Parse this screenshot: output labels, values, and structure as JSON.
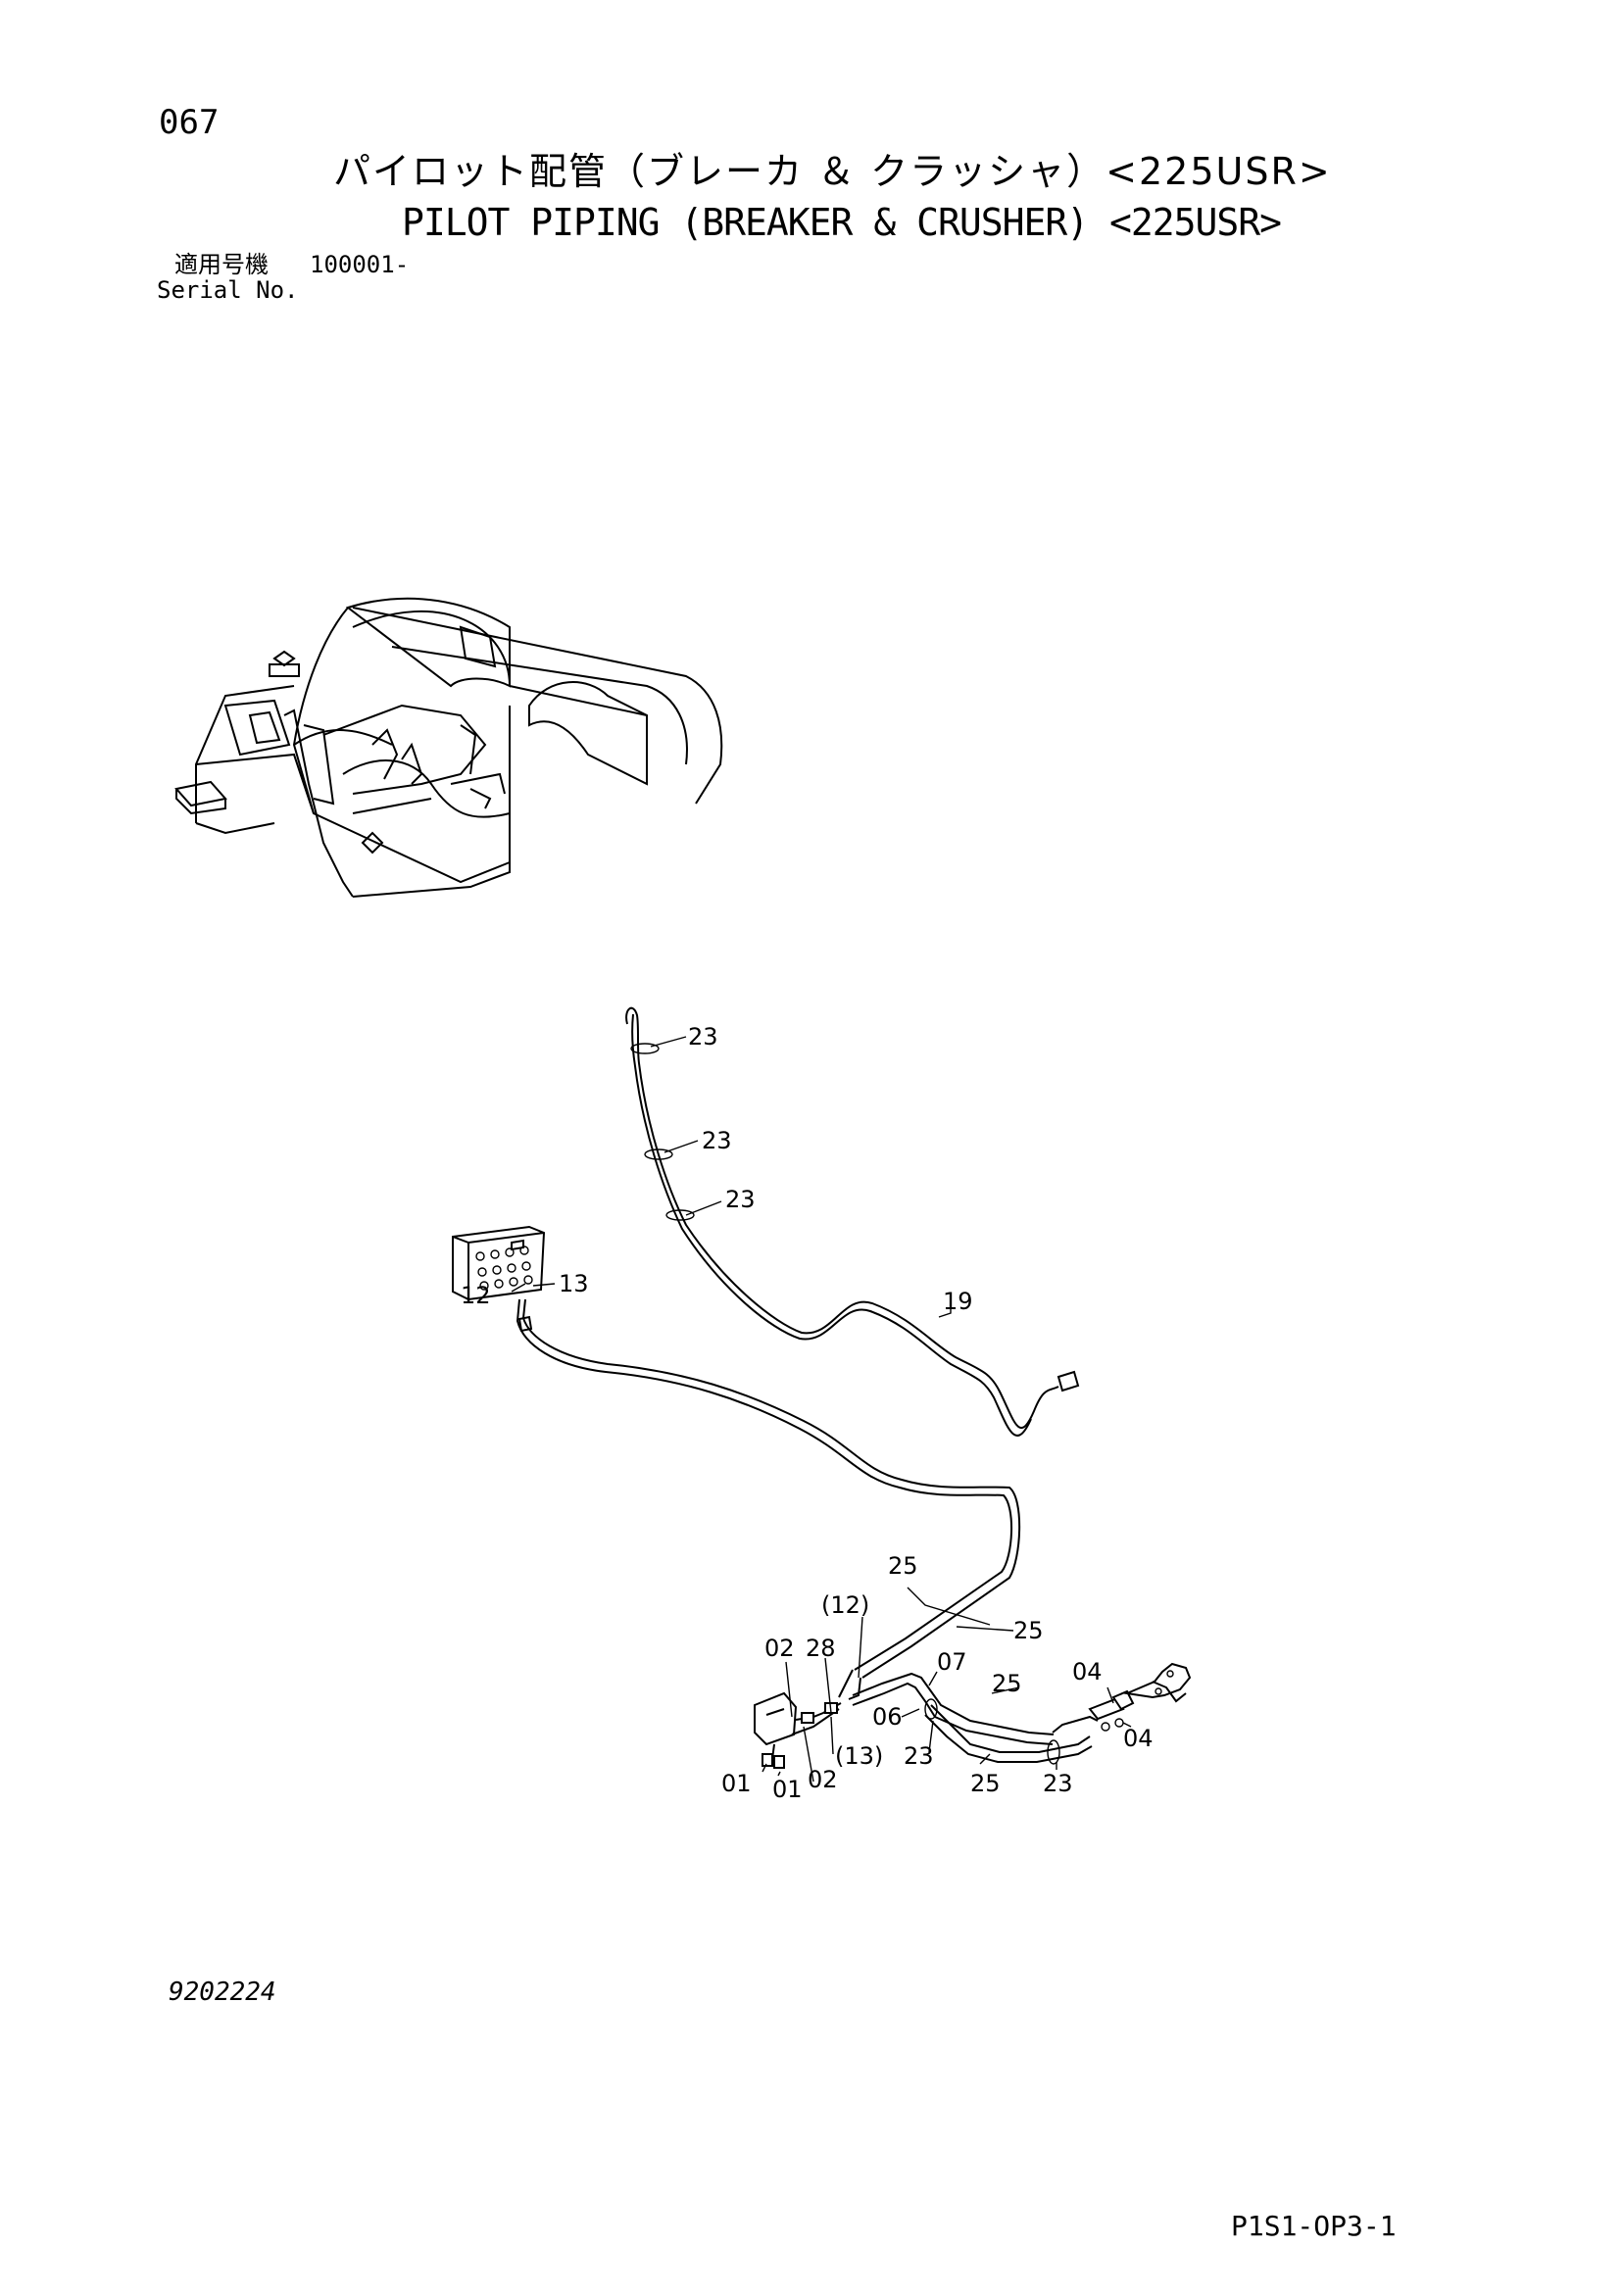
{
  "header": {
    "page_number": "067",
    "title_ja": "パイロット配管（ブレーカ ＆ クラッシャ）<225USR>",
    "title_en": "PILOT PIPING (BREAKER & CRUSHER) <225USR>",
    "serial_label_ja": "適用号機",
    "serial_value": "100001-",
    "serial_label_en": "Serial No."
  },
  "callouts": [
    "23",
    "23",
    "23",
    "19",
    "12",
    "13",
    "25",
    "(12)",
    "25",
    "02",
    "28",
    "07",
    "25",
    "04",
    "06",
    "(13)",
    "23",
    "04",
    "02",
    "01",
    "01",
    "25",
    "23"
  ],
  "footer": {
    "drawing_number": "9202224",
    "page_reference": "P1S1-OP3-1"
  }
}
